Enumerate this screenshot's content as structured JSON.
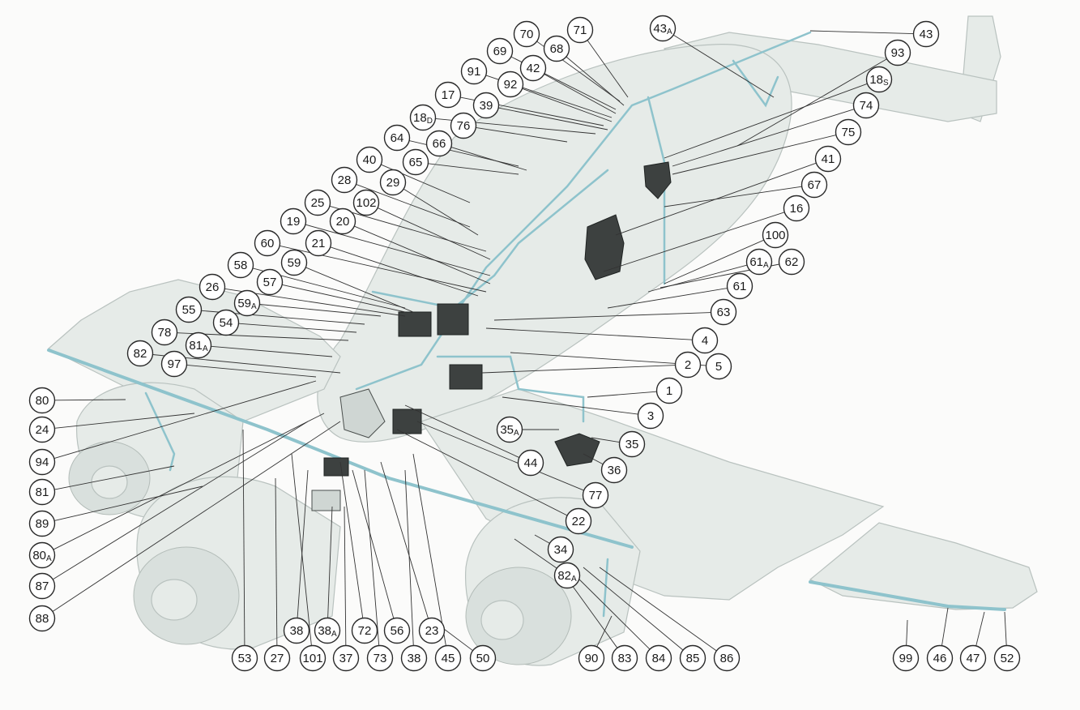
{
  "callouts": [
    {
      "id": "c-43",
      "text": "43"
    },
    {
      "id": "c-43a",
      "text": "43",
      "suffix": "A"
    },
    {
      "id": "c-71",
      "text": "71"
    },
    {
      "id": "c-70",
      "text": "70"
    },
    {
      "id": "c-68",
      "text": "68"
    },
    {
      "id": "c-69",
      "text": "69"
    },
    {
      "id": "c-93",
      "text": "93"
    },
    {
      "id": "c-42",
      "text": "42"
    },
    {
      "id": "c-91",
      "text": "91"
    },
    {
      "id": "c-92",
      "text": "92"
    },
    {
      "id": "c-18s",
      "text": "18",
      "suffix": "S"
    },
    {
      "id": "c-17",
      "text": "17"
    },
    {
      "id": "c-39",
      "text": "39"
    },
    {
      "id": "c-74",
      "text": "74"
    },
    {
      "id": "c-18d",
      "text": "18",
      "suffix": "D"
    },
    {
      "id": "c-76",
      "text": "76"
    },
    {
      "id": "c-75",
      "text": "75"
    },
    {
      "id": "c-64",
      "text": "64"
    },
    {
      "id": "c-66",
      "text": "66"
    },
    {
      "id": "c-41",
      "text": "41"
    },
    {
      "id": "c-40",
      "text": "40"
    },
    {
      "id": "c-65",
      "text": "65"
    },
    {
      "id": "c-67",
      "text": "67"
    },
    {
      "id": "c-28",
      "text": "28"
    },
    {
      "id": "c-29",
      "text": "29"
    },
    {
      "id": "c-25",
      "text": "25"
    },
    {
      "id": "c-102",
      "text": "102"
    },
    {
      "id": "c-16",
      "text": "16"
    },
    {
      "id": "c-19",
      "text": "19"
    },
    {
      "id": "c-20",
      "text": "20"
    },
    {
      "id": "c-100",
      "text": "100"
    },
    {
      "id": "c-60",
      "text": "60"
    },
    {
      "id": "c-21",
      "text": "21"
    },
    {
      "id": "c-62",
      "text": "62"
    },
    {
      "id": "c-61a",
      "text": "61",
      "suffix": "A"
    },
    {
      "id": "c-58",
      "text": "58"
    },
    {
      "id": "c-59",
      "text": "59"
    },
    {
      "id": "c-57",
      "text": "57"
    },
    {
      "id": "c-61",
      "text": "61"
    },
    {
      "id": "c-26",
      "text": "26"
    },
    {
      "id": "c-59a",
      "text": "59",
      "suffix": "A"
    },
    {
      "id": "c-63",
      "text": "63"
    },
    {
      "id": "c-55",
      "text": "55"
    },
    {
      "id": "c-54",
      "text": "54"
    },
    {
      "id": "c-4",
      "text": "4"
    },
    {
      "id": "c-78",
      "text": "78"
    },
    {
      "id": "c-5",
      "text": "5"
    },
    {
      "id": "c-81a",
      "text": "81",
      "suffix": "A"
    },
    {
      "id": "c-82",
      "text": "82"
    },
    {
      "id": "c-2",
      "text": "2"
    },
    {
      "id": "c-97",
      "text": "97"
    },
    {
      "id": "c-1",
      "text": "1"
    },
    {
      "id": "c-80",
      "text": "80"
    },
    {
      "id": "c-3",
      "text": "3"
    },
    {
      "id": "c-24",
      "text": "24"
    },
    {
      "id": "c-35a",
      "text": "35",
      "suffix": "A"
    },
    {
      "id": "c-35",
      "text": "35"
    },
    {
      "id": "c-94",
      "text": "94"
    },
    {
      "id": "c-44",
      "text": "44"
    },
    {
      "id": "c-36",
      "text": "36"
    },
    {
      "id": "c-81",
      "text": "81"
    },
    {
      "id": "c-77",
      "text": "77"
    },
    {
      "id": "c-89",
      "text": "89"
    },
    {
      "id": "c-22",
      "text": "22"
    },
    {
      "id": "c-80a",
      "text": "80",
      "suffix": "A"
    },
    {
      "id": "c-34",
      "text": "34"
    },
    {
      "id": "c-82a",
      "text": "82",
      "suffix": "A"
    },
    {
      "id": "c-87",
      "text": "87"
    },
    {
      "id": "c-88",
      "text": "88"
    },
    {
      "id": "c-38a-top",
      "text": "38"
    },
    {
      "id": "c-38a",
      "text": "38",
      "suffix": "A"
    },
    {
      "id": "c-72",
      "text": "72"
    },
    {
      "id": "c-56",
      "text": "56"
    },
    {
      "id": "c-23",
      "text": "23"
    },
    {
      "id": "c-53",
      "text": "53"
    },
    {
      "id": "c-27",
      "text": "27"
    },
    {
      "id": "c-101",
      "text": "101"
    },
    {
      "id": "c-37",
      "text": "37"
    },
    {
      "id": "c-73",
      "text": "73"
    },
    {
      "id": "c-38b",
      "text": "38"
    },
    {
      "id": "c-45",
      "text": "45"
    },
    {
      "id": "c-50",
      "text": "50"
    },
    {
      "id": "c-90",
      "text": "90"
    },
    {
      "id": "c-83",
      "text": "83"
    },
    {
      "id": "c-84",
      "text": "84"
    },
    {
      "id": "c-85",
      "text": "85"
    },
    {
      "id": "c-86",
      "text": "86"
    },
    {
      "id": "c-99",
      "text": "99"
    },
    {
      "id": "c-46",
      "text": "46"
    },
    {
      "id": "c-47",
      "text": "47"
    },
    {
      "id": "c-52",
      "text": "52"
    }
  ]
}
